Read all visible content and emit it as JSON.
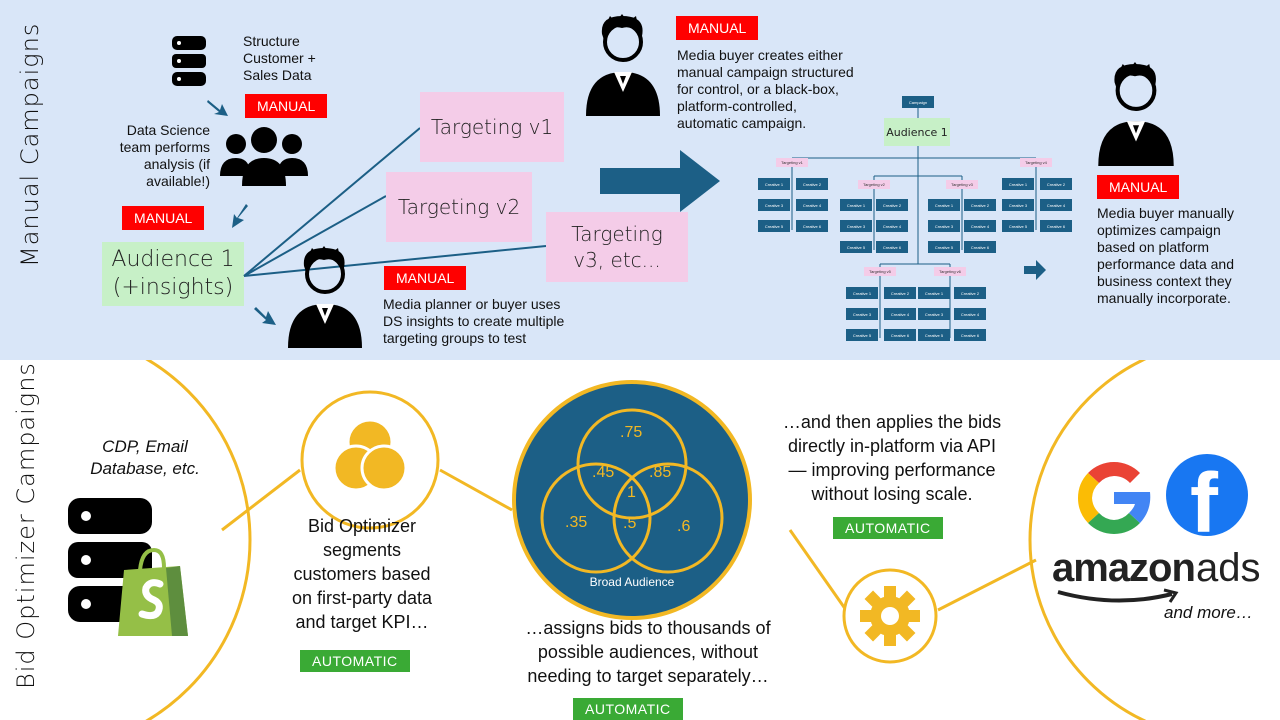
{
  "sections": {
    "top_label": "Manual Campaigns",
    "bottom_label": "Bid Optimizer Campaigns"
  },
  "manual": {
    "structure_text": [
      "Structure",
      "Customer +",
      "Sales Data"
    ],
    "manual_badge": "MANUAL",
    "ds_text": [
      "Data Science",
      "team performs",
      "analysis (if",
      "available!)"
    ],
    "audience_box": [
      "Audience 1",
      "(+insights)"
    ],
    "targeting_v1": "Targeting v1",
    "targeting_v2": "Targeting v2",
    "targeting_v3": [
      "Targeting",
      "v3, etc..."
    ],
    "planner_text": [
      "Media planner or buyer uses",
      "DS insights to create multiple",
      "targeting groups to test"
    ],
    "buyer_text": [
      "Media buyer creates either",
      "manual campaign structured",
      "for control, or a black-box,",
      "platform-controlled,",
      "automatic campaign."
    ],
    "optimize_text": [
      "Media buyer manually",
      "optimizes campaign",
      "based on platform",
      "performance data and",
      "business context they",
      "manually incorporate."
    ],
    "tree": {
      "campaign": "Campaign",
      "audience": "Audience 1",
      "targeting": [
        "Targeting v1",
        "Targeting v2",
        "Targeting v3",
        "Targeting v4",
        "Targeting v5",
        "Targeting v6"
      ],
      "creatives": [
        "Creative 1",
        "Creative 2",
        "Creative 3",
        "Creative 4",
        "Creative 5",
        "Creative 6"
      ]
    }
  },
  "bid": {
    "sources_text": [
      "CDP, Email",
      "Database, etc."
    ],
    "segments_text": [
      "Bid Optimizer",
      "segments",
      "customers based",
      "on first-party data",
      "and target KPI…"
    ],
    "assigns_text": [
      "…assigns bids to thousands of",
      "possible audiences, without",
      "needing to target separately…"
    ],
    "applies_text": [
      "…and then applies the bids",
      "directly in-platform via API",
      "— improving performance",
      "without losing scale."
    ],
    "automatic_badge": "AUTOMATIC",
    "venn": {
      "labels": [
        ".75",
        ".45",
        ".85",
        "1",
        ".35",
        ".5",
        ".6"
      ],
      "caption": "Broad Audience"
    },
    "platforms": {
      "google_letter": "G",
      "facebook_letter": "f",
      "amazon_text": "amazon",
      "ads_text": "ads",
      "more_text": "and more…"
    }
  },
  "colors": {
    "top_bg": "#d9e6f8",
    "navy": "#1c5f86",
    "gold": "#f2b824",
    "red": "#ff0000",
    "green": "#3aaa35",
    "pink": "#f4cce8",
    "light_green": "#c7f0c7"
  },
  "icons": [
    "database-icon",
    "group-icon",
    "person-icon",
    "arrow-icon",
    "venn-icon",
    "gear-icon",
    "shopify-icon",
    "google-logo",
    "facebook-logo",
    "amazon-ads-logo"
  ]
}
